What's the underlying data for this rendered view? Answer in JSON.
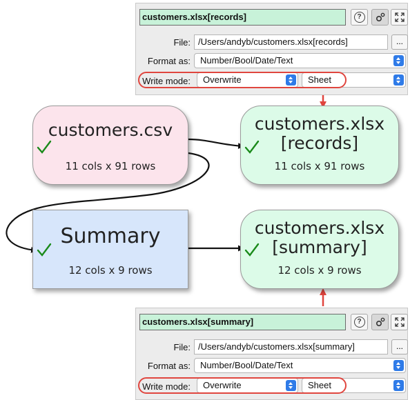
{
  "panels": {
    "top": {
      "title": "customers.xlsx[records]",
      "file_label": "File:",
      "file_value": "/Users/andyb/customers.xlsx[records]",
      "browse": "...",
      "format_label": "Format as:",
      "format_value": "Number/Bool/Date/Text",
      "write_label": "Write mode:",
      "write_value": "Overwrite",
      "sheet_value": "Sheet",
      "help_glyph": "?"
    },
    "bottom": {
      "title": "customers.xlsx[summary]",
      "file_label": "File:",
      "file_value": "/Users/andyb/customers.xlsx[summary]",
      "browse": "...",
      "format_label": "Format as:",
      "format_value": "Number/Bool/Date/Text",
      "write_label": "Write mode:",
      "write_value": "Overwrite",
      "sheet_value": "Sheet",
      "help_glyph": "?"
    }
  },
  "nodes": {
    "csv": {
      "title": "customers.csv",
      "sub": "11 cols x 91 rows"
    },
    "records": {
      "title1": "customers.xlsx",
      "title2": "[records]",
      "sub": "11 cols x 91 rows"
    },
    "summary": {
      "title": "Summary",
      "sub": "12 cols x 9 rows"
    },
    "summary_out": {
      "title1": "customers.xlsx",
      "title2": "[summary]",
      "sub": "12 cols x 9 rows"
    }
  },
  "icons": [
    "help-icon",
    "gear-icon",
    "expand-icon",
    "check-icon",
    "chevron-updown-icon"
  ],
  "colors": {
    "highlight": "#e0453e",
    "check": "#1a8a1a",
    "input_node": "#fce4ec",
    "output_node": "#dcfbe8",
    "transform_node": "#d7e6fb",
    "title_field": "#c8f2d9"
  }
}
